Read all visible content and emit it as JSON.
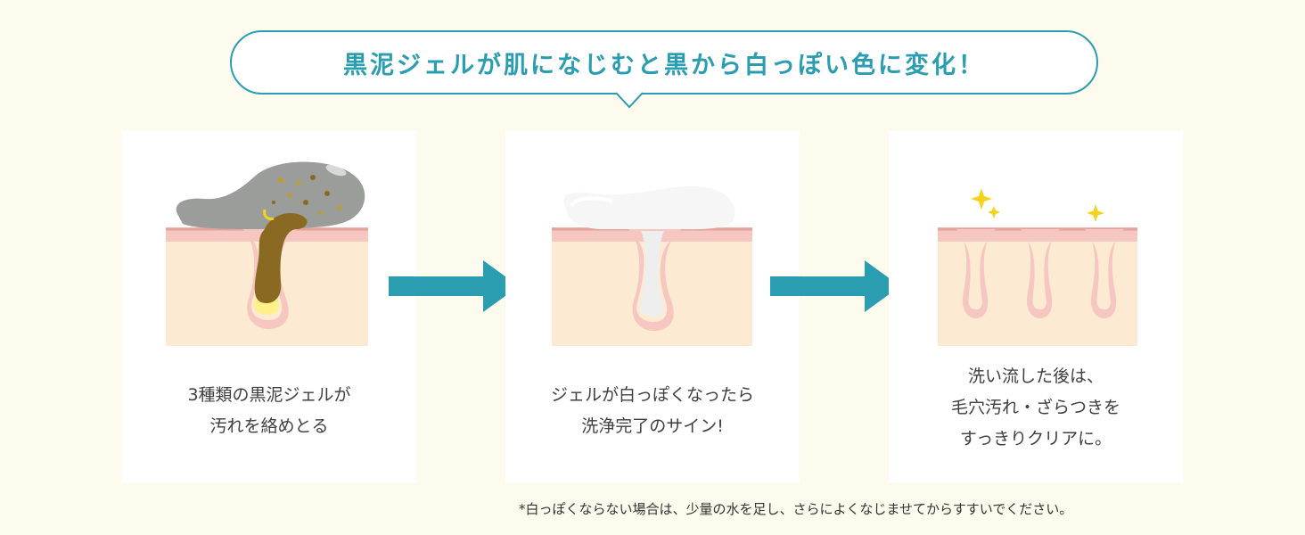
{
  "headline": "黒泥ジェルが肌になじむと黒から白っぽい色に変化！",
  "steps": [
    {
      "lines": [
        "3種類の黒泥ジェルが",
        "汚れを絡めとる"
      ]
    },
    {
      "lines": [
        "ジェルが白っぽくなったら",
        "洗浄完了のサイン!"
      ]
    },
    {
      "lines": [
        "洗い流した後は、",
        "毛穴汚れ・ざらつきを",
        "すっきりクリアに。"
      ]
    }
  ],
  "footnote": "*白っぽくならない場合は、少量の水を足し、さらによくなじませてからすすいでください。",
  "colors": {
    "accent": "#2a9db0",
    "background": "#fdfbed",
    "skin_pink": "#f6c6c0",
    "skin_beige": "#fcebd2",
    "mud_gray": "#9b9d9b",
    "dirt_brown": "#8a6a22",
    "sebum_yellow": "#fff08a",
    "sparkle_yellow": "#f6d21a"
  }
}
